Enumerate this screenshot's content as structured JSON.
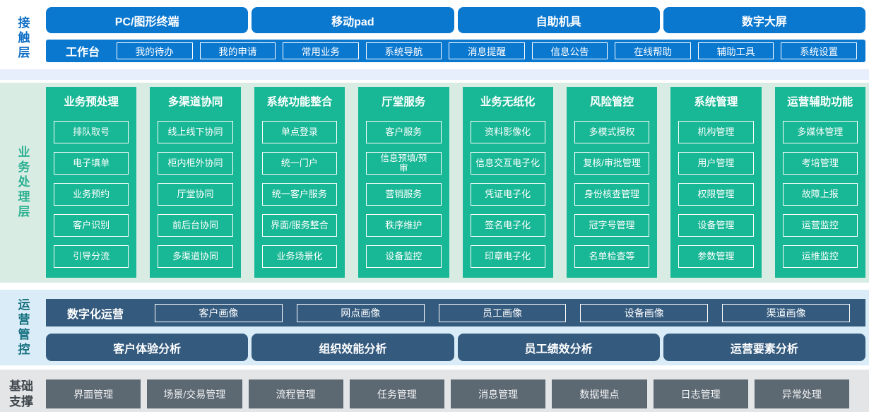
{
  "colors": {
    "c_blue": "#0b78d0",
    "c_blue_label": "#0f6fc6",
    "c_strip": "#e6effb",
    "c_green": "#18b795",
    "c_green_band": "#d8ece4",
    "c_green_label": "#2cb192",
    "c_navy": "#345a7e",
    "c_lightblue_band": "#d9ecf8",
    "c_teal_label": "#15707f",
    "c_gray_box": "#5c6872",
    "c_gray_band": "#e3e5e6",
    "c_foundation_label": "#3f464c"
  },
  "layers": {
    "contact": {
      "label": "接触层",
      "terminals": [
        "PC/图形终端",
        "移动pad",
        "自助机具",
        "数字大屏"
      ],
      "workbench": {
        "label": "工作台",
        "items": [
          "我的待办",
          "我的申请",
          "常用业务",
          "系统导航",
          "消息提醒",
          "信息公告",
          "在线帮助",
          "辅助工具",
          "系统设置"
        ]
      }
    },
    "business": {
      "label": "业务处理层",
      "columns": [
        {
          "title": "业务预处理",
          "items": [
            "排队取号",
            "电子填单",
            "业务预约",
            "客户识别",
            "引导分流"
          ]
        },
        {
          "title": "多渠道协同",
          "items": [
            "线上线下协同",
            "柜内柜外协同",
            "厅堂协同",
            "前后台协同",
            "多渠道协同"
          ]
        },
        {
          "title": "系统功能整合",
          "items": [
            "单点登录",
            "统一门户",
            "统一客户服务",
            "界面/服务整合",
            "业务场景化"
          ]
        },
        {
          "title": "厅堂服务",
          "items": [
            "客户服务",
            "信息预填/预审",
            "营销服务",
            "秩序维护",
            "设备监控"
          ]
        },
        {
          "title": "业务无纸化",
          "items": [
            "资料影像化",
            "信息交互电子化",
            "凭证电子化",
            "签名电子化",
            "印章电子化"
          ]
        },
        {
          "title": "风险管控",
          "items": [
            "多模式授权",
            "复核/审批管理",
            "身份核查管理",
            "冠字号管理",
            "名单检查等"
          ]
        },
        {
          "title": "系统管理",
          "items": [
            "机构管理",
            "用户管理",
            "权限管理",
            "设备管理",
            "参数管理"
          ]
        },
        {
          "title": "运营辅助功能",
          "items": [
            "多媒体管理",
            "考培管理",
            "故障上报",
            "运营监控",
            "运维监控"
          ]
        }
      ]
    },
    "operations": {
      "label": "运营管控",
      "digital": {
        "label": "数字化运营",
        "items": [
          "客户画像",
          "网点画像",
          "员工画像",
          "设备画像",
          "渠道画像"
        ]
      },
      "analysis": [
        "客户体验分析",
        "组织效能分析",
        "员工绩效分析",
        "运营要素分析"
      ]
    },
    "foundation": {
      "label": "基础支撑",
      "items": [
        "界面管理",
        "场景/交易管理",
        "流程管理",
        "任务管理",
        "消息管理",
        "数据埋点",
        "日志管理",
        "异常处理"
      ]
    }
  }
}
